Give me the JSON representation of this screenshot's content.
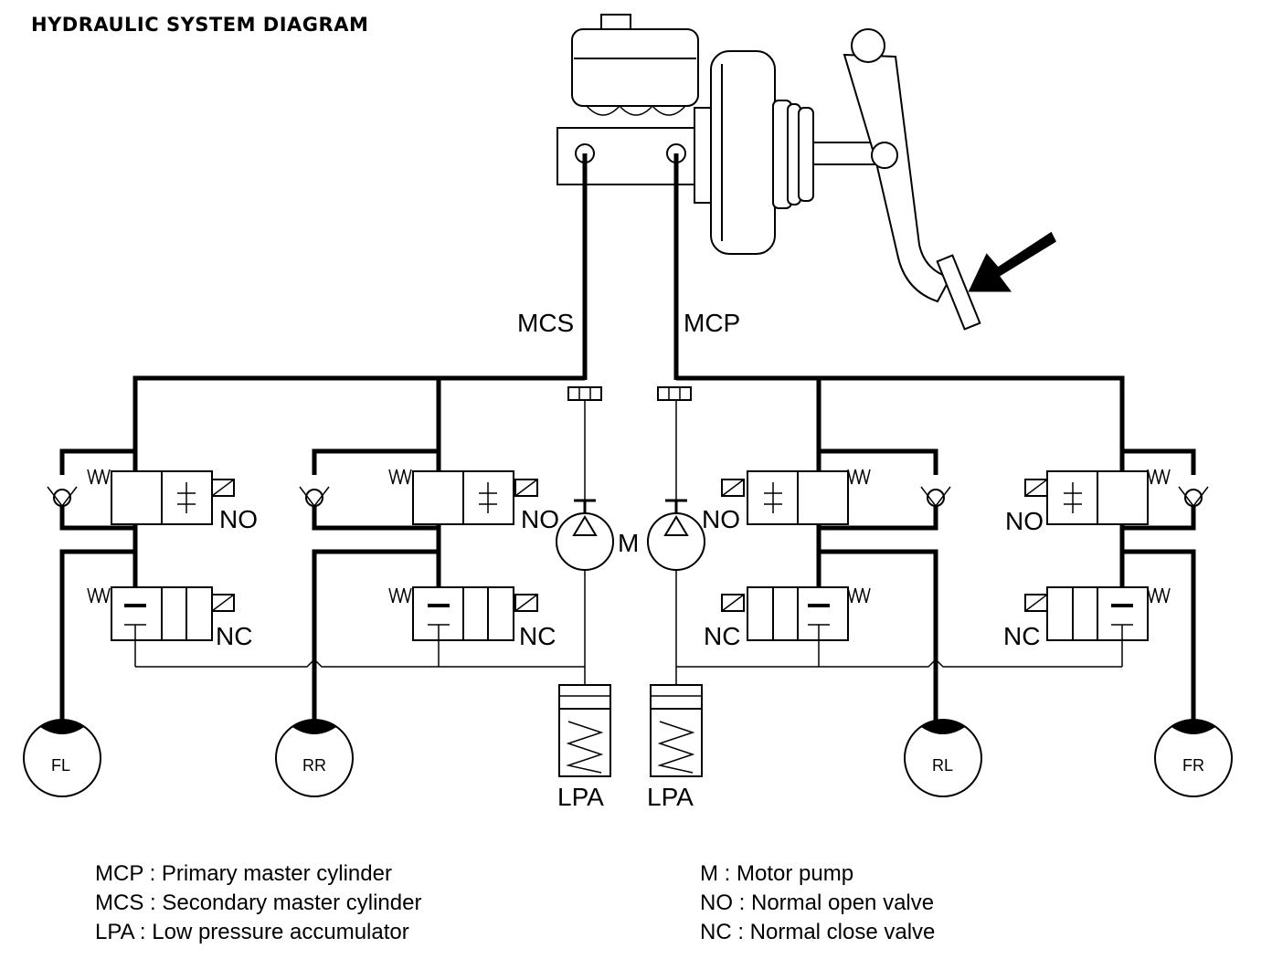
{
  "title": "HYDRAULIC SYSTEM DIAGRAM",
  "labels": {
    "mcs": "MCS",
    "mcp": "MCP",
    "motor": "M",
    "no": "NO",
    "nc": "NC",
    "lpa": "LPA"
  },
  "wheels": [
    "FL",
    "RR",
    "RL",
    "FR"
  ],
  "legend": {
    "left": [
      "MCP : Primary master cylinder",
      "MCS : Secondary master cylinder",
      "LPA : Low pressure accumulator"
    ],
    "right": [
      "M : Motor pump",
      "NO : Normal open valve",
      "NC : Normal close valve"
    ]
  }
}
